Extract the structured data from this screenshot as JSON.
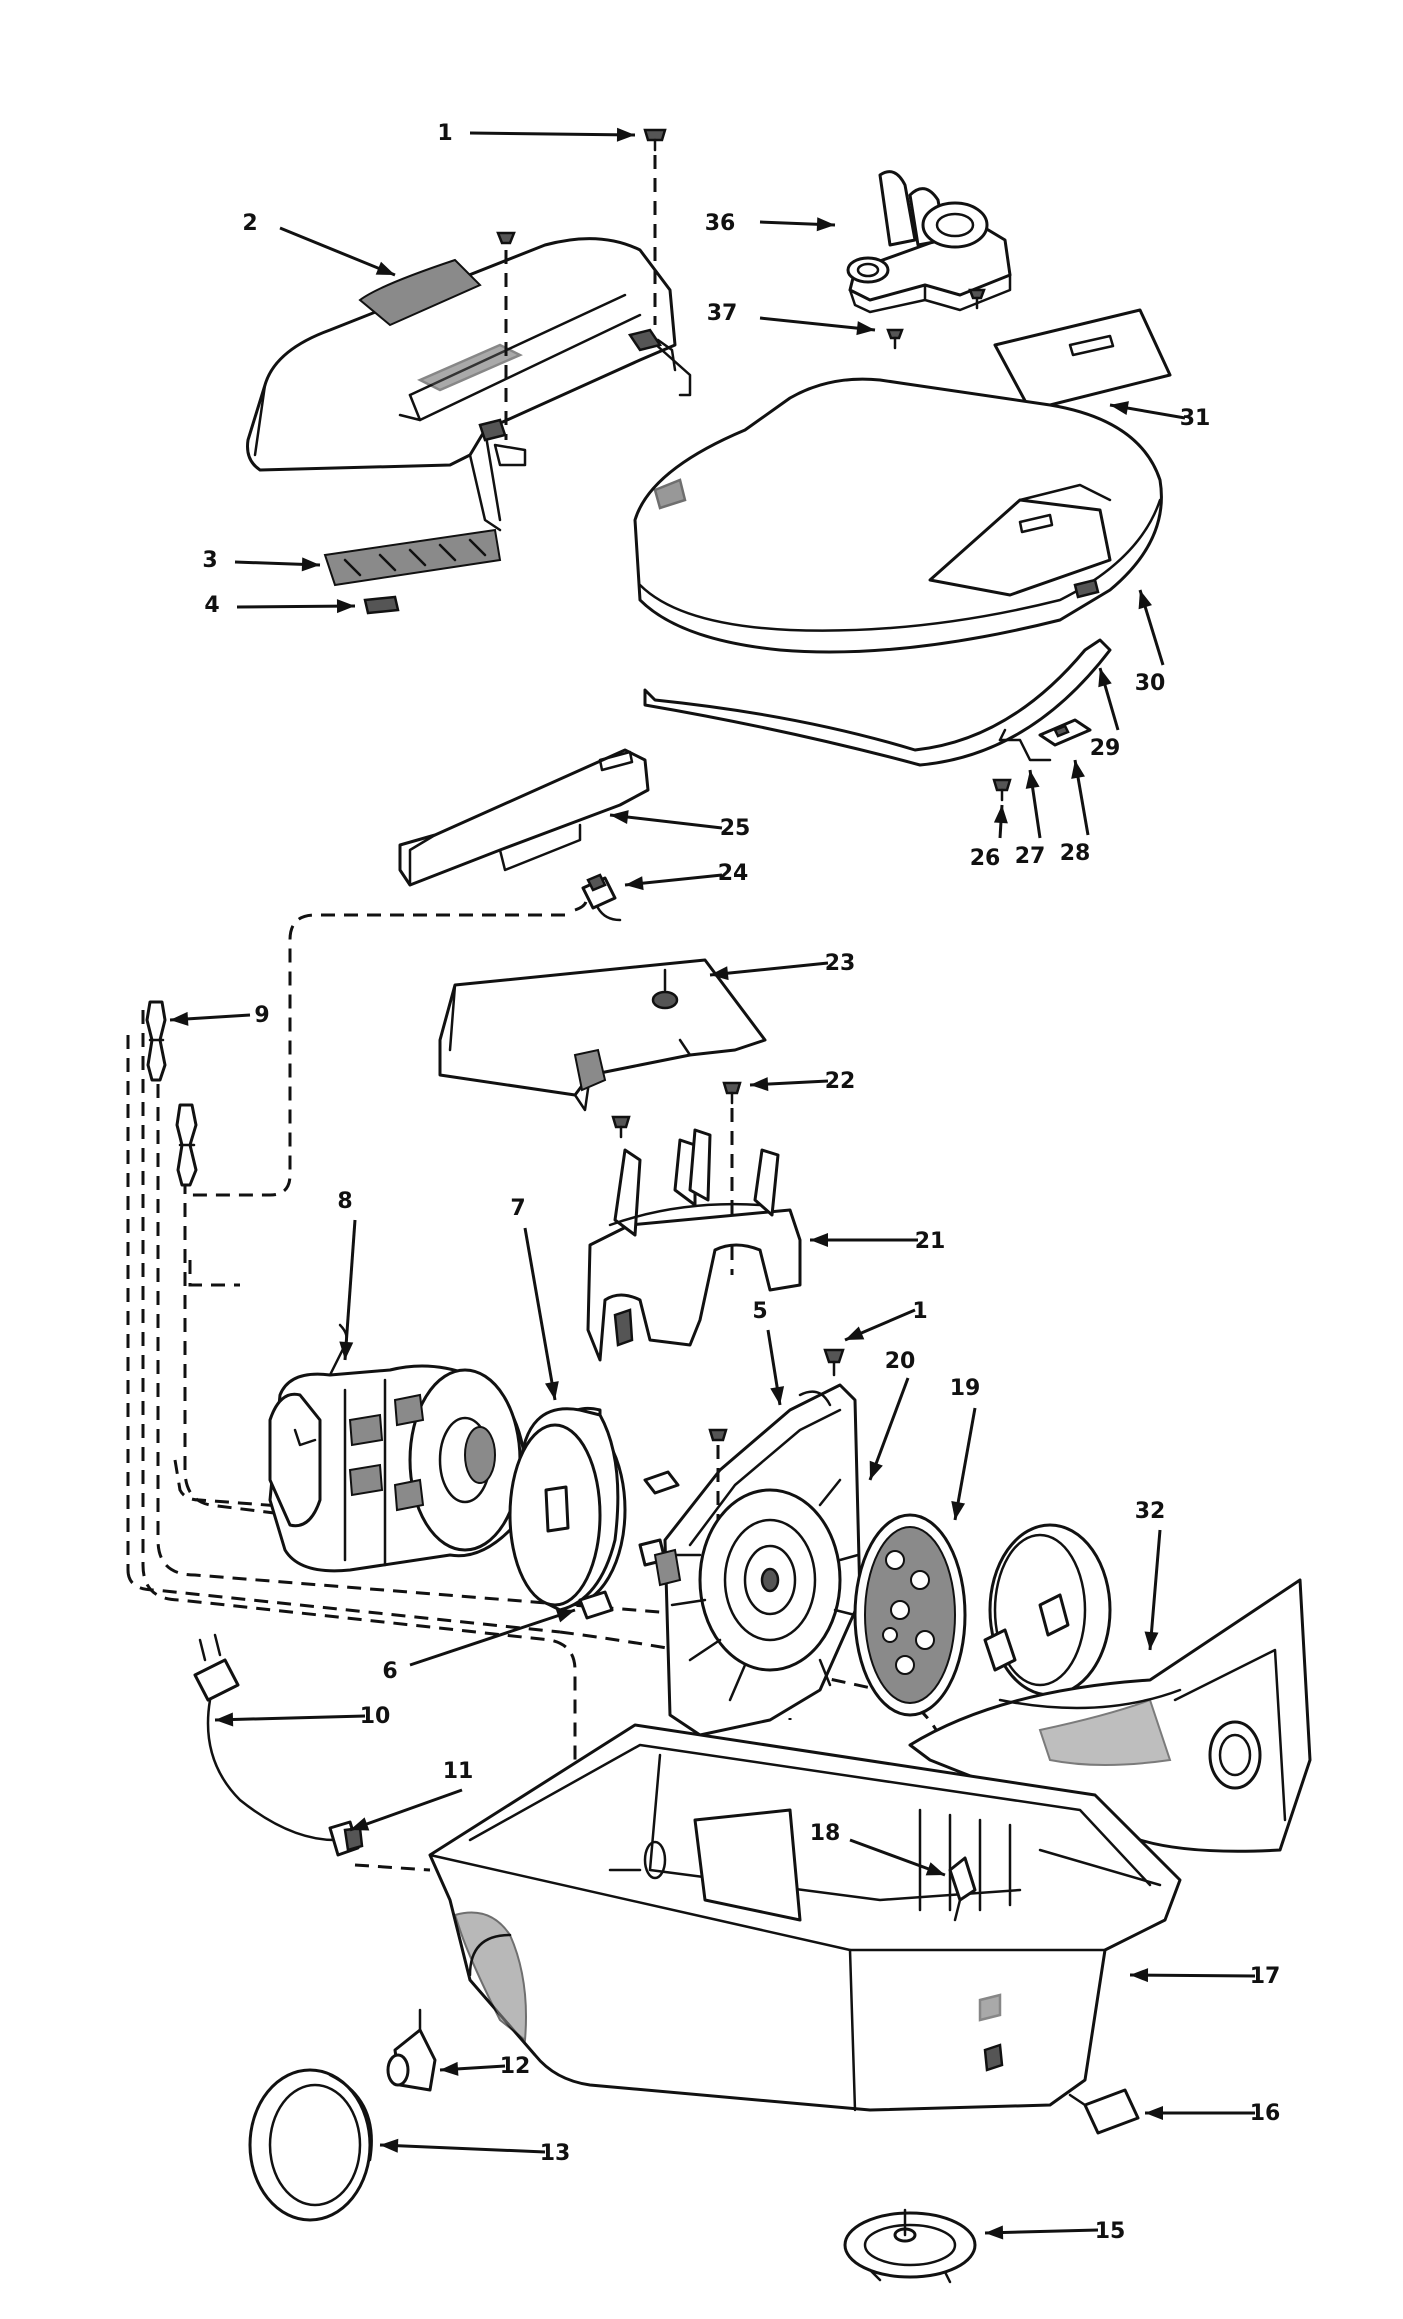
{
  "callouts": [
    {
      "id": "p1a",
      "label": "1"
    },
    {
      "id": "p2",
      "label": "2"
    },
    {
      "id": "p3",
      "label": "3"
    },
    {
      "id": "p4",
      "label": "4"
    },
    {
      "id": "p36",
      "label": "36"
    },
    {
      "id": "p37",
      "label": "37"
    },
    {
      "id": "p31",
      "label": "31"
    },
    {
      "id": "p30",
      "label": "30"
    },
    {
      "id": "p29",
      "label": "29"
    },
    {
      "id": "p28",
      "label": "28"
    },
    {
      "id": "p27",
      "label": "27"
    },
    {
      "id": "p26",
      "label": "26"
    },
    {
      "id": "p25",
      "label": "25"
    },
    {
      "id": "p24",
      "label": "24"
    },
    {
      "id": "p23",
      "label": "23"
    },
    {
      "id": "p22",
      "label": "22"
    },
    {
      "id": "p21",
      "label": "21"
    },
    {
      "id": "p9",
      "label": "9"
    },
    {
      "id": "p8",
      "label": "8"
    },
    {
      "id": "p7",
      "label": "7"
    },
    {
      "id": "p5",
      "label": "5"
    },
    {
      "id": "p1b",
      "label": "1"
    },
    {
      "id": "p20",
      "label": "20"
    },
    {
      "id": "p19",
      "label": "19"
    },
    {
      "id": "p32",
      "label": "32"
    },
    {
      "id": "p6",
      "label": "6"
    },
    {
      "id": "p10",
      "label": "10"
    },
    {
      "id": "p11",
      "label": "11"
    },
    {
      "id": "p18",
      "label": "18"
    },
    {
      "id": "p17",
      "label": "17"
    },
    {
      "id": "p12",
      "label": "12"
    },
    {
      "id": "p13",
      "label": "13"
    },
    {
      "id": "p16",
      "label": "16"
    },
    {
      "id": "p15",
      "label": "15"
    }
  ]
}
